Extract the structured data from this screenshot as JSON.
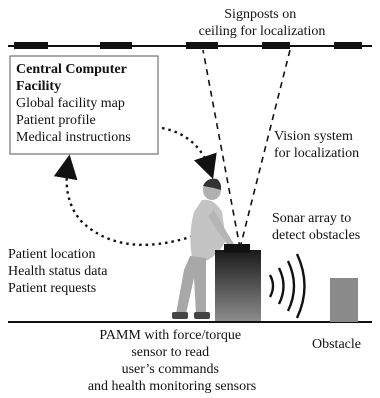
{
  "labels": {
    "signposts": [
      "Signposts on",
      "ceiling for localization"
    ],
    "vision": [
      "Vision system",
      "for localization"
    ],
    "sonar": [
      "Sonar array to",
      "detect obstacles"
    ],
    "patient_info": [
      "Patient location",
      "Health status data",
      "Patient requests"
    ],
    "pamm": [
      "PAMM with force/torque",
      "sensor to read",
      "user’s commands",
      "and health monitoring sensors"
    ],
    "obstacle": "Obstacle"
  },
  "facility": {
    "title": [
      "Central Computer",
      "Facility"
    ],
    "items": [
      "Global facility map",
      "Patient profile",
      "Medical instructions"
    ]
  }
}
